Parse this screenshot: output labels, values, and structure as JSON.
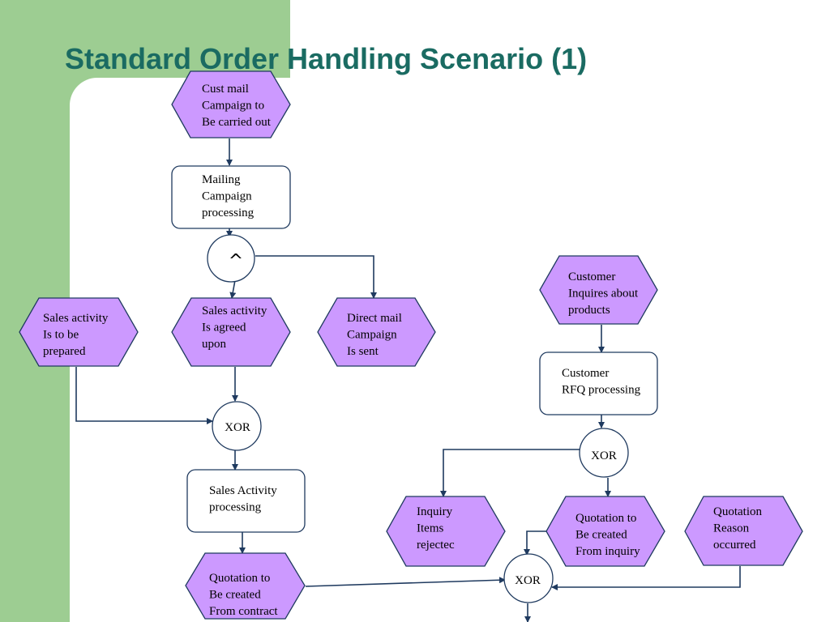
{
  "title": "Standard Order Handling Scenario (1)",
  "colors": {
    "background_band": "#9dcd92",
    "title": "#1a6b62",
    "event_fill": "#cc99ff",
    "stroke": "#1f3a5f"
  },
  "nodes": {
    "e1": {
      "type": "event",
      "lines": [
        "Cust mail",
        "Campaign to",
        "Be carried out"
      ]
    },
    "f1": {
      "type": "function",
      "lines": [
        "Mailing",
        "Campaign",
        "processing"
      ]
    },
    "e2": {
      "type": "event",
      "lines": [
        "Sales activity",
        "Is to be",
        "prepared"
      ]
    },
    "e3": {
      "type": "event",
      "lines": [
        "Sales activity",
        "Is agreed",
        "upon"
      ]
    },
    "e4": {
      "type": "event",
      "lines": [
        "Direct mail",
        "Campaign",
        "Is sent"
      ]
    },
    "f2": {
      "type": "function",
      "lines": [
        "Sales Activity",
        "processing"
      ]
    },
    "e5": {
      "type": "event",
      "lines": [
        "Quotation to",
        "Be created",
        "From contract"
      ]
    },
    "e6": {
      "type": "event",
      "lines": [
        "Customer",
        "Inquires about",
        "products"
      ]
    },
    "f3": {
      "type": "function",
      "lines": [
        "Customer",
        "RFQ processing"
      ]
    },
    "e7": {
      "type": "event",
      "lines": [
        "Inquiry",
        "Items",
        "rejectec"
      ]
    },
    "e8": {
      "type": "event",
      "lines": [
        "Quotation to",
        "Be created",
        "From inquiry"
      ]
    },
    "e9": {
      "type": "event",
      "lines": [
        "Quotation",
        "Reason",
        "occurred"
      ]
    }
  },
  "operators": {
    "and1": {
      "label": "^"
    },
    "xor1": {
      "label": "XOR"
    },
    "xor2": {
      "label": "XOR"
    },
    "xor3": {
      "label": "XOR"
    }
  }
}
